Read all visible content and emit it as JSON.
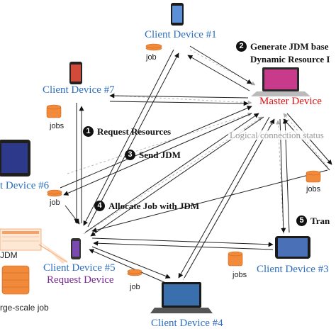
{
  "devices": {
    "client1": "Client Device #1",
    "client7": "Client Device #7",
    "client6": "t Device #6",
    "client5": "Client Device #5",
    "request_device": "Request Device",
    "client4": "Client Device #4",
    "client3": "Client Device #3",
    "master": "Master Device"
  },
  "job_labels": {
    "client1": "job",
    "client7": "jobs",
    "client6": "job",
    "client4": "job",
    "client3": "jobs",
    "right_partial": "jobs"
  },
  "steps": {
    "s1": {
      "num": "1",
      "text": "Request Resources"
    },
    "s2": {
      "num": "2",
      "line1": "Generate JDM base",
      "line2": "Dynamic Resource I"
    },
    "s3": {
      "num": "3",
      "text": "Send JDM"
    },
    "s4": {
      "num": "4",
      "text": "Allocate Job with JDM"
    },
    "s5": {
      "num": "5",
      "text": "Tran"
    }
  },
  "logical_status": "Logical connection status",
  "request_panel": {
    "jdm_label": "JDM",
    "large_job": "rge-scale job"
  },
  "colors": {
    "device_label": "#2f6fc0",
    "master_label": "#e01010",
    "request_label": "#7a2a96",
    "stack": "#f28a3c"
  }
}
